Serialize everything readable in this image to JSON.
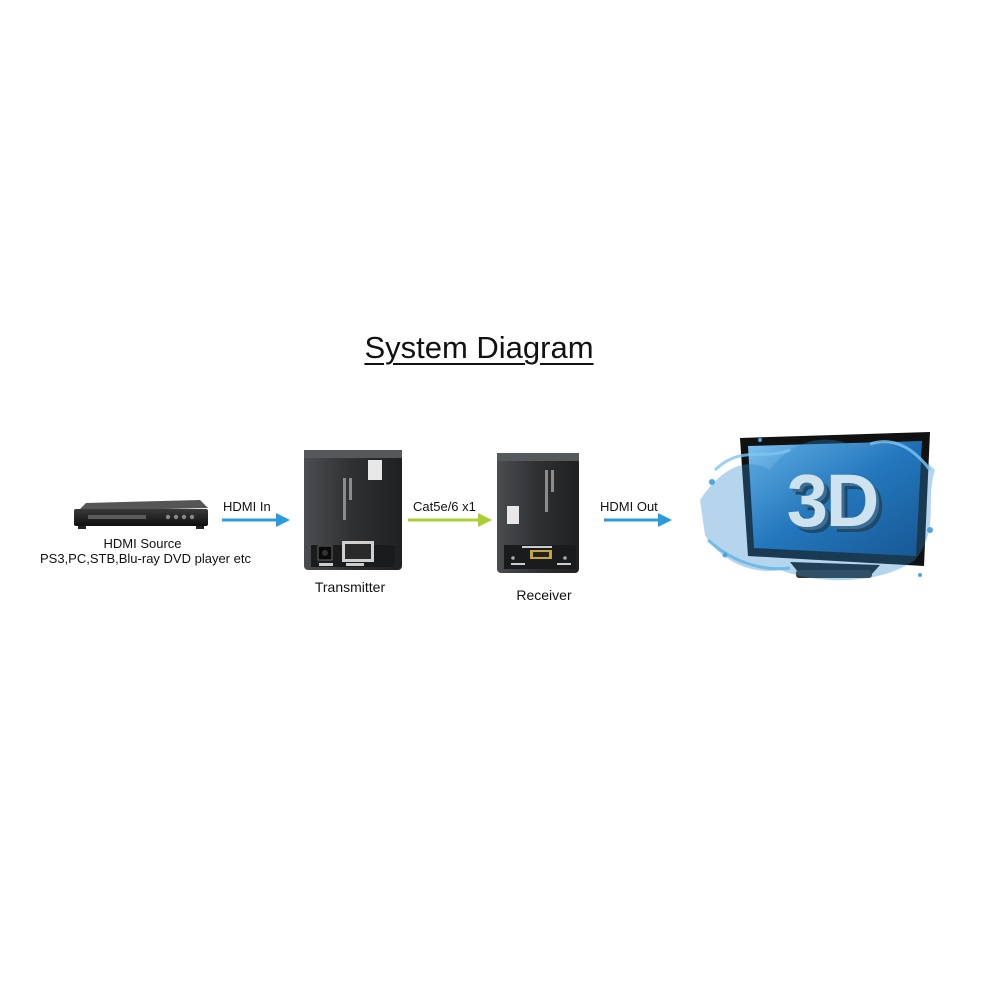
{
  "title": "System Diagram",
  "nodes": {
    "source_line1": "HDMI Source",
    "source_line2": "PS3,PC,STB,Blu-ray DVD player etc",
    "transmitter": "Transmitter",
    "receiver": "Receiver"
  },
  "edges": {
    "hdmi_in": "HDMI  In",
    "cat": "Cat5e/6 x1",
    "hdmi_out": "HDMI Out"
  },
  "tv_badge": "3D",
  "colors": {
    "blue_arrow": "#2a9be0",
    "green_arrow": "#a8d033",
    "device_body": "#2f3133",
    "water": "#2b86c8"
  }
}
